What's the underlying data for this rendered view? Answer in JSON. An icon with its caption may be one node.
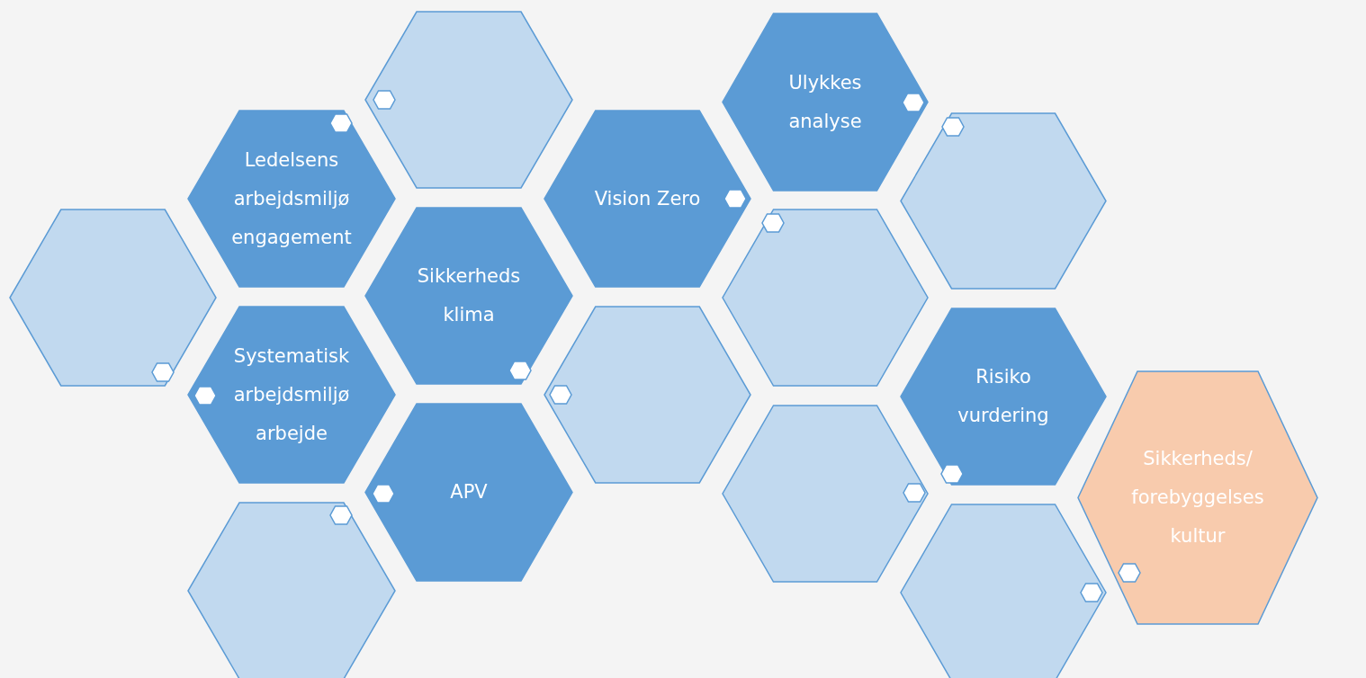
{
  "diagram": {
    "nodes": [
      {
        "text": [],
        "shape": "hexagon"
      },
      {
        "text": [
          "Ulykkes analyse"
        ]
      },
      {
        "text": [
          "Ledelsens arbejdsmiljø engagement"
        ]
      },
      {
        "text": [
          "Vision Zero"
        ]
      },
      {
        "text": [],
        "shape": "hexagon"
      },
      {
        "text": [],
        "shape": "hexagon"
      },
      {
        "text": [
          "Sikkerheds klima"
        ]
      },
      {
        "text": [],
        "shape": "hexagon"
      },
      {
        "text": [
          "Systematisk arbejdsmiljø arbejde"
        ]
      },
      {
        "text": [],
        "shape": "hexagon"
      },
      {
        "text": [
          "Risiko vurdering"
        ]
      },
      {
        "text": [
          "Sikkerheds/ forebyggelses kultur"
        ]
      },
      {
        "text": [
          "APV"
        ]
      },
      {
        "text": [],
        "shape": "hexagon"
      },
      {
        "text": [],
        "shape": "hexagon"
      },
      {
        "text": [],
        "shape": "hexagon"
      }
    ]
  }
}
